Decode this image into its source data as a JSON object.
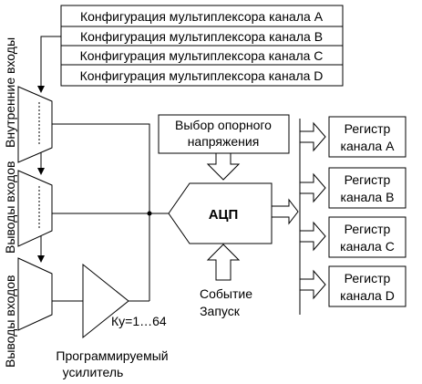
{
  "mux_config": {
    "a": "Конфигурация мультиплексора канала A",
    "b": "Конфигурация мультиплексора канала B",
    "c": "Конфигурация мультиплексора канала C",
    "d": "Конфигурация мультиплексора канала D"
  },
  "side_labels": {
    "internal_inputs": "Внутренние входы",
    "pins_top": "Выводы входов",
    "pins_bottom": "Выводы входов"
  },
  "vref": {
    "line1": "Выбор опорного",
    "line2": "напряжения"
  },
  "adc": {
    "label": "АЦП"
  },
  "trigger": {
    "line1": "Событие",
    "line2": "Запуск"
  },
  "amplifier": {
    "gain": "Ку=1…64",
    "line1": "Программируемый",
    "line2": "усилитель"
  },
  "registers": [
    {
      "line1": "Регистр",
      "line2": "канала A"
    },
    {
      "line1": "Регистр",
      "line2": "канала B"
    },
    {
      "line1": "Регистр",
      "line2": "канала C"
    },
    {
      "line1": "Регистр",
      "line2": "канала D"
    }
  ]
}
